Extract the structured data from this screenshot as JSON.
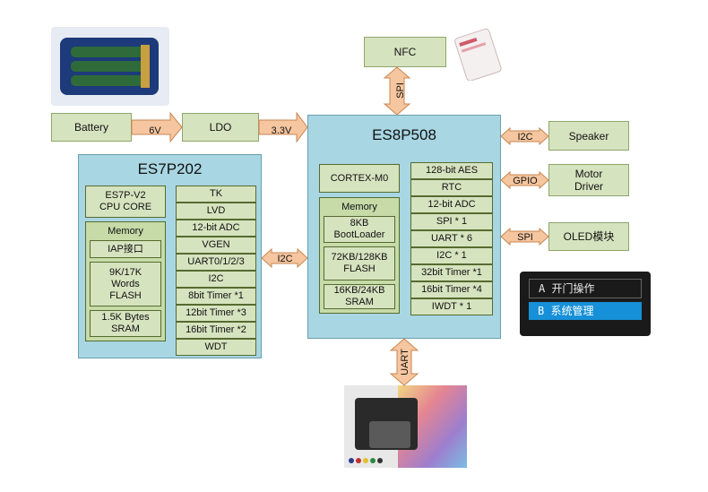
{
  "blocks": {
    "nfc": "NFC",
    "battery": "Battery",
    "ldo": "LDO",
    "speaker": "Speaker",
    "motor_driver": "Motor\nDriver",
    "oled": "OLED模块"
  },
  "arrows": {
    "spi_nfc": "SPI",
    "bat_ldo": "6V",
    "ldo_mcu": "3.3V",
    "i2c_speaker": "I2C",
    "gpio_motor": "GPIO",
    "spi_oled": "SPI",
    "i2c_mcus": "I2C",
    "uart_finger": "UART"
  },
  "es7p202": {
    "title": "ES7P202",
    "cpu": "ES7P-V2\nCPU CORE",
    "memory_label": "Memory",
    "iap": "IAP接口",
    "flash": "9K/17K\nWords\nFLASH",
    "sram": "1.5K Bytes\nSRAM",
    "peripherals": [
      "TK",
      "LVD",
      "12-bit ADC",
      "VGEN",
      "UART0/1/2/3",
      "I2C",
      "8bit Timer *1",
      "12bit Timer *3",
      "16bit Timer *2",
      "WDT"
    ]
  },
  "es8p508": {
    "title": "ES8P508",
    "cpu": "CORTEX-M0",
    "memory_label": "Memory",
    "bootloader": "8KB\nBootLoader",
    "flash": "72KB/128KB\nFLASH",
    "sram": "16KB/24KB\nSRAM",
    "peripherals": [
      "128-bit AES",
      "RTC",
      "12-bit ADC",
      "SPI * 1",
      "UART * 6",
      "I2C * 1",
      "32bit Timer *1",
      "16bit Timer *4",
      "IWDT * 1"
    ]
  },
  "oled_screen": {
    "line_a": "A 开门操作",
    "line_b": "B 系统管理"
  },
  "colors": {
    "arrow": "#f5c6a0",
    "arrow_stroke": "#c9864f",
    "mcu": "#a8d6e2",
    "block": "#d6e3bf"
  }
}
